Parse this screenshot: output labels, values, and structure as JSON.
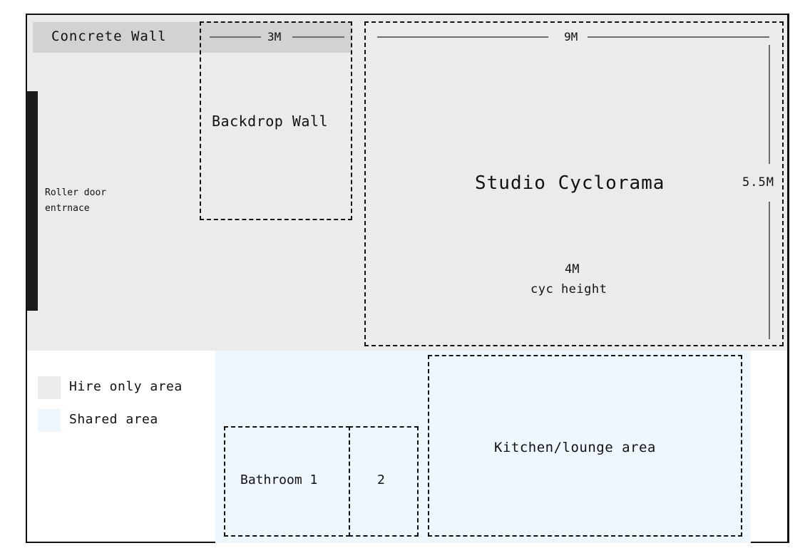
{
  "floorplan": {
    "hire_area_color": "#ebebeb",
    "shared_area_color": "#eff7fe",
    "concrete_wall": {
      "label": "Concrete Wall",
      "color": "#d2d2d2"
    },
    "roller_door": {
      "label_line1": "Roller door",
      "label_line2": "entrnace",
      "color": "#1b1b1b"
    },
    "backdrop_wall": {
      "label": "Backdrop Wall",
      "width_dimension": "3M"
    },
    "studio_cyclorama": {
      "label": "Studio Cyclorama",
      "width_dimension": "9M",
      "depth_dimension": "5.5M",
      "height_value": "4M",
      "height_label": "cyc height"
    },
    "bathroom_1": {
      "label": "Bathroom 1"
    },
    "bathroom_2": {
      "label": "2"
    },
    "kitchen": {
      "label": "Kitchen/lounge area"
    }
  },
  "legend": {
    "items": [
      {
        "label": "Hire only area",
        "color": "#ebebeb"
      },
      {
        "label": "Shared area",
        "color": "#eff7fe"
      }
    ]
  }
}
